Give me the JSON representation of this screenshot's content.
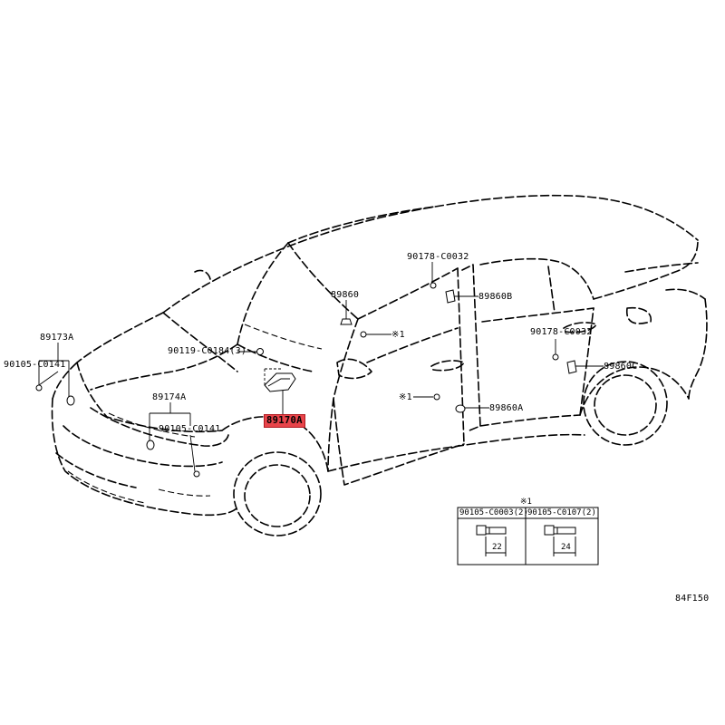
{
  "labels": {
    "p89173a": "89173A",
    "p90105_left": "90105-C0141",
    "p90119": "90119-C0184(3)",
    "p89174a": "89174A",
    "p90105_mid": "90105-C0141",
    "p89170a": "89170A",
    "p89860": "89860",
    "p90178_top": "90178-C0032",
    "p89860b": "89860B",
    "note_mark1": "※1",
    "note_mark2": "※1",
    "p89860a": "89860A",
    "p90178_right": "90178-C0032",
    "p89860c": "89860C",
    "figure_code": "84F150"
  },
  "table": {
    "note": "※1",
    "col1_header": "90105-C0003(2)",
    "col2_header": "90105-C0107(2)",
    "col1_dim": "22",
    "col2_dim": "24"
  },
  "colors": {
    "highlight": "#e8444a",
    "line": "#000000"
  }
}
